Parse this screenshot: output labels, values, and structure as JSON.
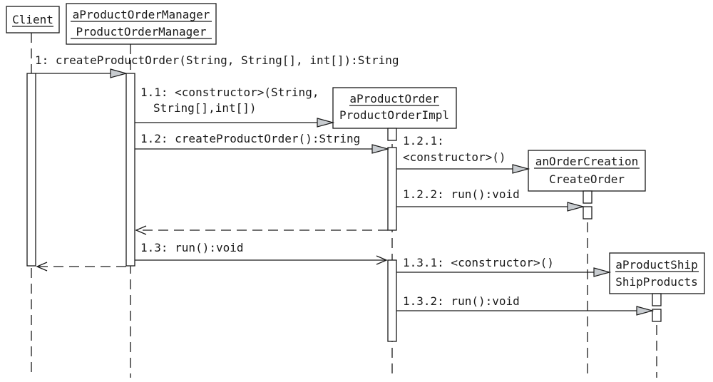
{
  "diagram": {
    "objects": {
      "client": {
        "name": "Client",
        "type": ""
      },
      "manager": {
        "name": "aProductOrderManager",
        "type": "ProductOrderManager"
      },
      "order": {
        "name": "aProductOrder",
        "type": "ProductOrderImpl"
      },
      "creation": {
        "name": "anOrderCreation",
        "type": "CreateOrder"
      },
      "ship": {
        "name": "aProductShip",
        "type": "ShipProducts"
      }
    },
    "messages": {
      "m1": "1: createProductOrder(String, String[], int[]):String",
      "m11a": "1.1: <constructor>(String,",
      "m11b": "String[],int[])",
      "m12": "1.2: createProductOrder():String",
      "m121a": "1.2.1:",
      "m121b": "<constructor>()",
      "m122": "1.2.2: run():void",
      "m13": "1.3: run():void",
      "m131": "1.3.1: <constructor>()",
      "m132": "1.3.2: run():void"
    }
  }
}
